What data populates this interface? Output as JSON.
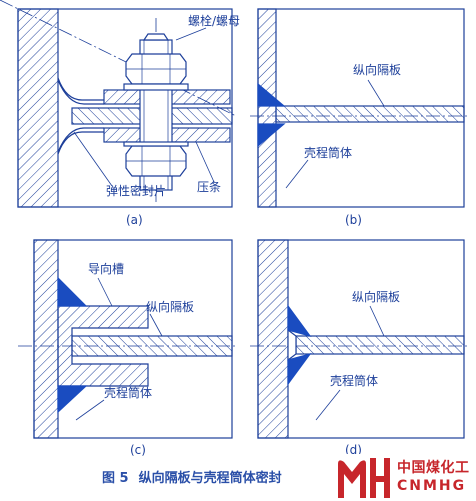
{
  "labels": {
    "a_bolt_nut": "螺栓/螺母",
    "a_elastic_seal": "弹性密封片",
    "a_pressing_strip": "压条",
    "b_baffle": "纵向隔板",
    "b_shell": "壳程筒体",
    "c_guide_groove": "导向槽",
    "c_baffle": "纵向隔板",
    "c_shell": "壳程筒体",
    "d_baffle": "纵向隔板",
    "d_shell": "壳程筒体"
  },
  "subfigures": {
    "a": "(a)",
    "b": "(b)",
    "c": "(c)",
    "d": "(d)"
  },
  "caption": {
    "number": "图 5",
    "text": "纵向隔板与壳程筒体密封"
  },
  "watermark": {
    "cn": "中国煤化工",
    "en": "CNMHG"
  },
  "colors": {
    "ink": "#1d3f9a",
    "fill": "#1a4cc0",
    "logo": "#c7262b"
  }
}
